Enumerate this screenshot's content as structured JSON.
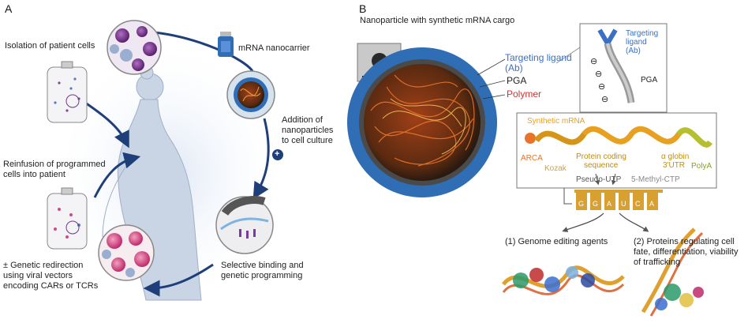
{
  "panel_a": {
    "letter": "A",
    "isolation": "Isolation of patient cells",
    "nanocarrier": "mRNA nanocarrier",
    "addition": [
      "Addition of",
      "nanoparticles",
      "to cell culture"
    ],
    "plus_sign": "+",
    "reinfusion": [
      "Reinfusion of programmed",
      "cells into patient"
    ],
    "genetic": [
      "± Genetic redirection",
      "using viral vectors",
      "encoding CARs or TCRs"
    ],
    "selective": [
      "Selective binding and",
      "genetic programming"
    ]
  },
  "panel_b": {
    "letter": "B",
    "title": "Nanoparticle with synthetic mRNA cargo",
    "targeting_ligand": [
      "Targeting ligand",
      "(Ab)"
    ],
    "pga": "PGA",
    "polymer": "Polymer",
    "inset_targeting": [
      "Targeting",
      "ligand",
      "(Ab)"
    ],
    "inset_pga": "PGA",
    "inset_charge": "⊖",
    "synthetic_mrna": "Synthetic mRNA",
    "arca": "ARCA",
    "kozak": "Kozak",
    "protein_coding": [
      "Protein coding",
      "sequence"
    ],
    "alpha_globin": [
      "α globin",
      "3'UTR"
    ],
    "polya": "PolyA",
    "pseudo_utp": "Pseudo-UTP",
    "methyl_ctp": "5-Methyl-CTP",
    "bases": [
      "G",
      "G",
      "A",
      "U",
      "C",
      "A"
    ],
    "genome_editing": "(1) Genome editing agents",
    "proteins": [
      "(2) Proteins regulating  cell",
      "fate, differentiation, viability",
      "of trafficking"
    ]
  },
  "colors": {
    "ligand_blue": "#3a6fc4",
    "polymer_red": "#d0312d",
    "mrna_orange": "#e8a020",
    "arrow_navy": "#1f3f7a",
    "np_shell_blue": "#2f6db5"
  }
}
